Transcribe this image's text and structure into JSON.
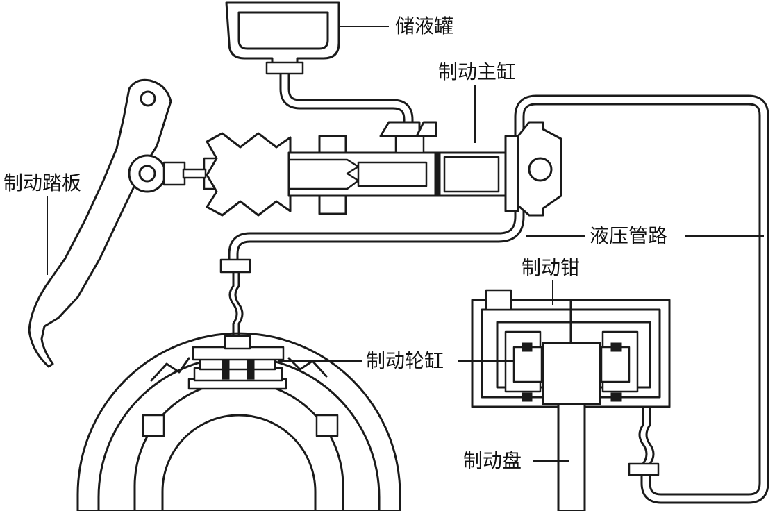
{
  "labels": {
    "reservoir": "储液罐",
    "master_cylinder": "制动主缸",
    "brake_pedal": "制动踏板",
    "hydraulic_line": "液压管路",
    "caliper": "制动钳",
    "wheel_cylinder": "制动轮缸",
    "brake_disc": "制动盘"
  },
  "colors": {
    "line": "#1a1a1a",
    "background": "#ffffff"
  }
}
